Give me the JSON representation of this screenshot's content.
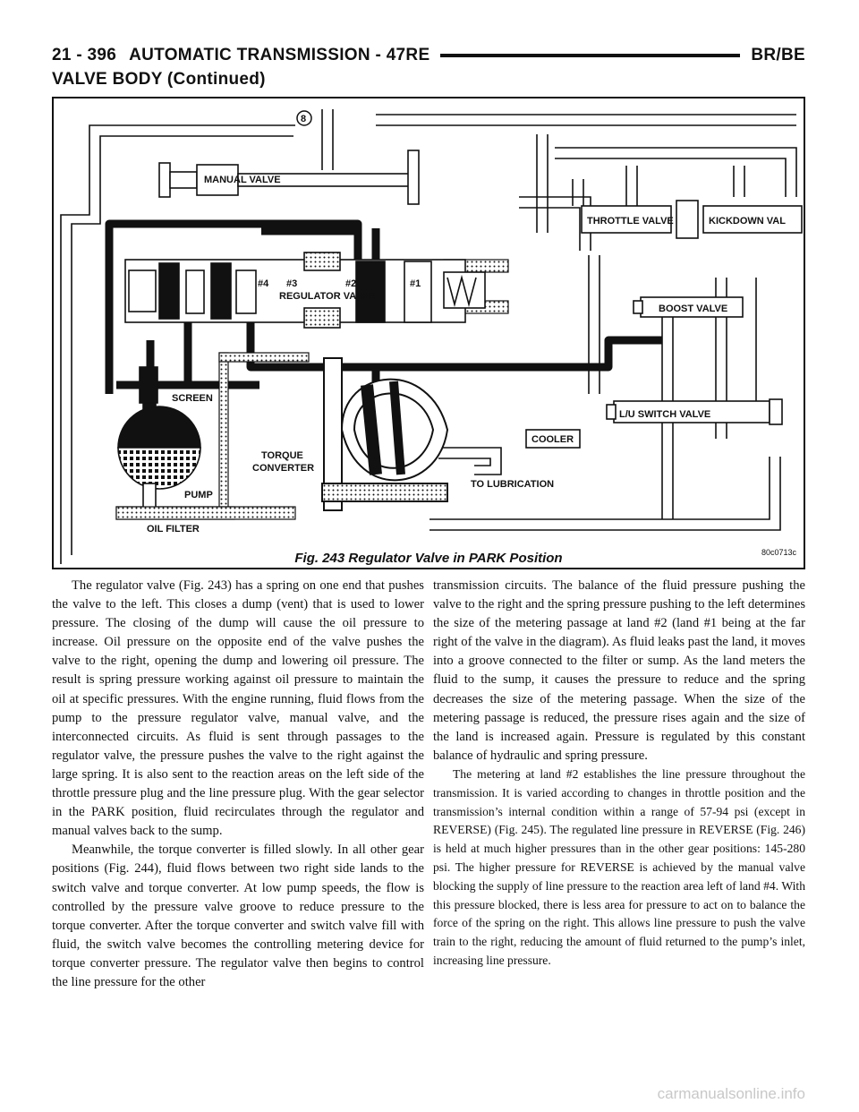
{
  "header": {
    "page_ref": "21 - 396",
    "chapter": "AUTOMATIC TRANSMISSION - 47RE",
    "model": "BR/BE"
  },
  "section_title": "VALVE BODY (Continued)",
  "figure": {
    "caption": "Fig. 243 Regulator Valve in PARK Position",
    "figure_id": "80c0713c",
    "labels": {
      "circle_number": "8",
      "manual_valve": "MANUAL VALVE",
      "throttle_valve": "THROTTLE VALVE",
      "kickdown_valve": "KICKDOWN VAL",
      "land4": "#4",
      "land3": "#3",
      "land2": "#2",
      "land1": "#1",
      "regulator_valve": "REGULATOR VALVE",
      "boost_valve": "BOOST VALVE",
      "screen": "SCREEN",
      "lu_switch_valve": "L/U SWITCH VALVE",
      "cooler": "COOLER",
      "torque_converter_1": "TORQUE",
      "torque_converter_2": "CONVERTER",
      "to_lubrication": "TO LUBRICATION",
      "pump": "PUMP",
      "oil_filter": "OIL FILTER"
    }
  },
  "body": {
    "left": [
      "The regulator valve (Fig. 243) has a spring on one end that pushes the valve to the left. This closes a dump (vent) that is used to lower pressure. The closing of the dump will cause the oil pressure to increase. Oil pressure on the opposite end of the valve pushes the valve to the right, opening the dump and lowering oil pressure. The result is spring pressure working against oil pressure to maintain the oil at specific pressures. With the engine running, fluid flows from the pump to the pressure regulator valve, manual valve, and the interconnected circuits. As fluid is sent through passages to the regulator valve, the pressure pushes the valve to the right against the large spring. It is also sent to the reaction areas on the left side of the throttle pressure plug and the line pressure plug. With the gear selector in the PARK position, fluid recirculates through the regulator and manual valves back to the sump.",
      "Meanwhile, the torque converter is filled slowly. In all other gear positions (Fig. 244), fluid flows between two right side lands to the switch valve and torque converter. At low pump speeds, the flow is controlled by the pressure valve groove to reduce pressure to the torque converter. After the torque converter and switch valve fill with fluid, the switch valve becomes the controlling metering device for torque converter pressure. The regulator valve then begins to control the line pressure for the other"
    ],
    "right": [
      "transmission circuits. The balance of the fluid pressure pushing the valve to the right and the spring pressure pushing to the left determines the size of the metering passage at land #2 (land #1 being at the far right of the valve in the diagram). As fluid leaks past the land, it moves into a groove connected to the filter or sump. As the land meters the fluid to the sump, it causes the pressure to reduce and the spring decreases the size of the metering passage. When the size of the metering passage is reduced, the pressure rises again and the size of the land is increased again. Pressure is regulated by this constant balance of hydraulic and spring pressure.",
      "The metering at land #2 establishes the line pressure throughout the transmission. It is varied according to changes in throttle position and the transmission’s internal condition within a range of 57-94 psi (except in REVERSE) (Fig. 245). The regulated line pressure in REVERSE (Fig. 246) is held at much higher pressures than in the other gear positions: 145-280 psi. The higher pressure for REVERSE is achieved by the manual valve blocking the supply of line pressure to the reaction area left of land #4. With this pressure blocked, there is less area for pressure to act on to balance the force of the spring on the right. This allows line pressure to push the valve train to the right, reducing the amount of fluid returned to the pump’s inlet, increasing line pressure."
    ]
  },
  "watermark": "carmanualsonline.info"
}
